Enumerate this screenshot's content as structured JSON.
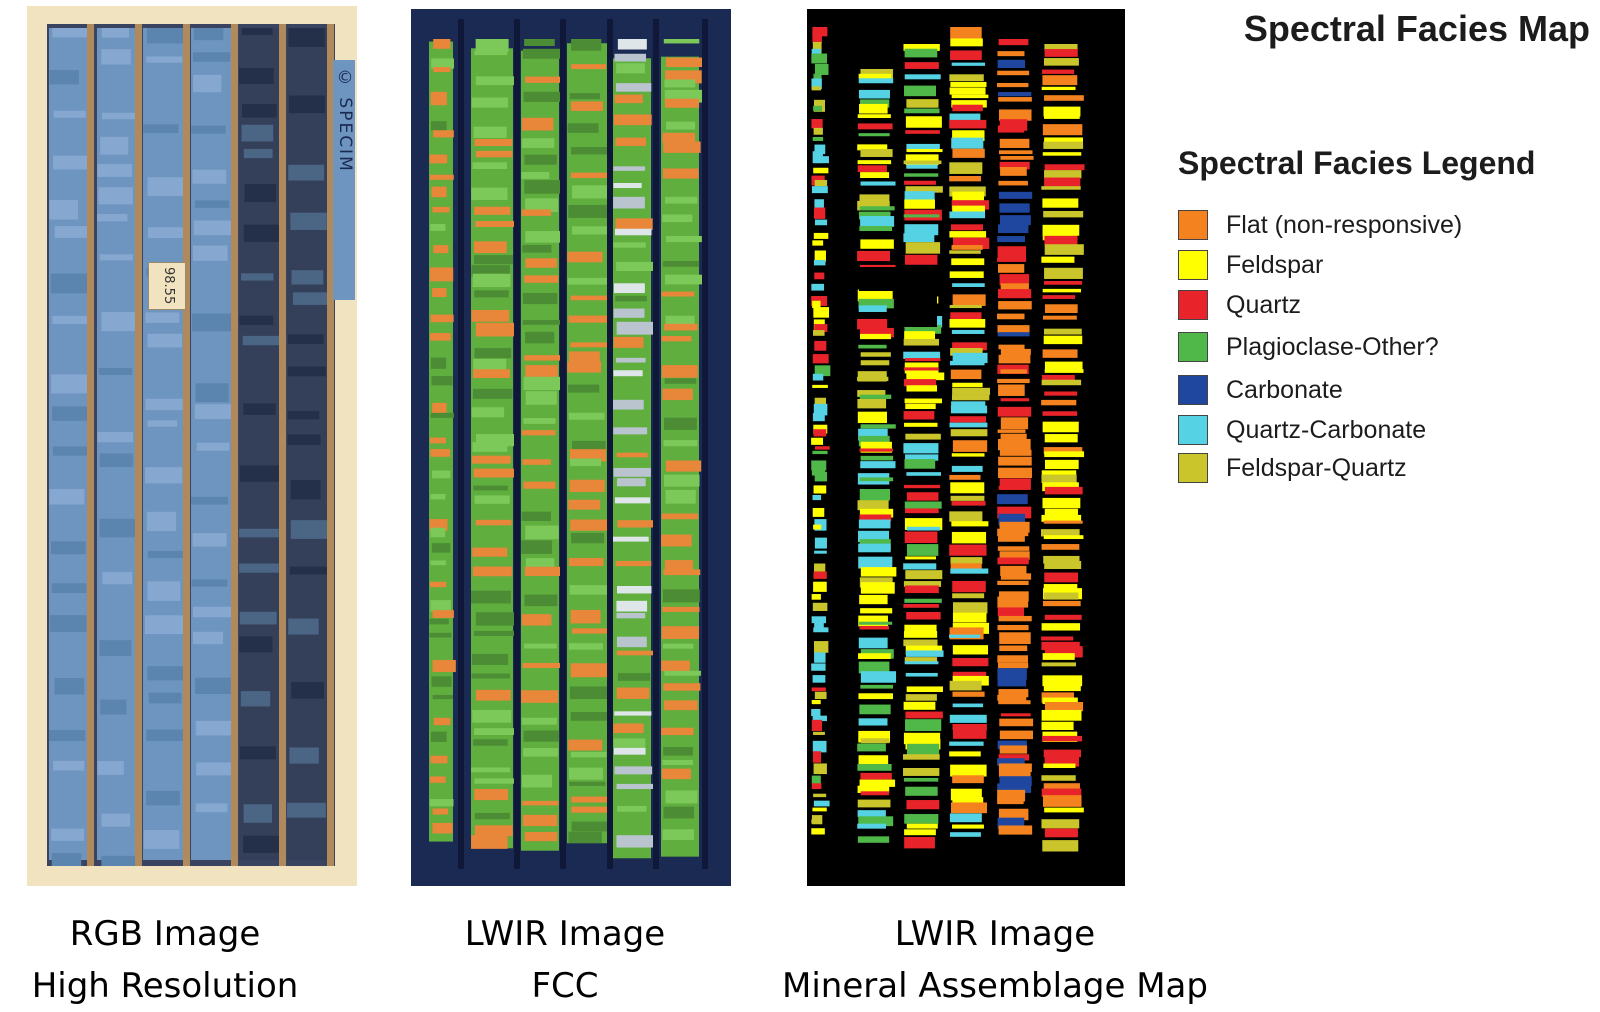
{
  "panels": [
    {
      "id": "rgb",
      "caption_line1": "RGB Image",
      "caption_line2": "High Resolution",
      "specim_label": "© SPECIM",
      "box_label": "98.55"
    },
    {
      "id": "fcc",
      "caption_line1": "LWIR Image",
      "caption_line2": "FCC"
    },
    {
      "id": "map",
      "caption_line1": "LWIR Image",
      "caption_line2": "Mineral Assemblage Map"
    }
  ],
  "legend": {
    "map_title": "Spectral Facies Map",
    "title": "Spectral Facies Legend",
    "items": [
      {
        "label": "Flat (non-responsive)",
        "color": "#f4831f"
      },
      {
        "label": "Feldspar",
        "color": "#ffff00"
      },
      {
        "label": "Quartz",
        "color": "#e8242a"
      },
      {
        "label": "Plagioclase-Other?",
        "color": "#4fb848"
      },
      {
        "label": "Carbonate",
        "color": "#1f47a0"
      },
      {
        "label": "Quartz-Carbonate",
        "color": "#55d3e5"
      },
      {
        "label": "Feldspar-Quartz",
        "color": "#c9c52a"
      }
    ]
  },
  "colors": {
    "rgb_core": "#6d95c0",
    "rgb_core_dark": "#34405a",
    "rgb_frame": "#f1e3bf",
    "rgb_divider": "#b08a5a",
    "fcc_background": "#1b2a52",
    "fcc_green": "#5fae3e",
    "fcc_orange": "#e8863a",
    "map_background": "#000000"
  }
}
